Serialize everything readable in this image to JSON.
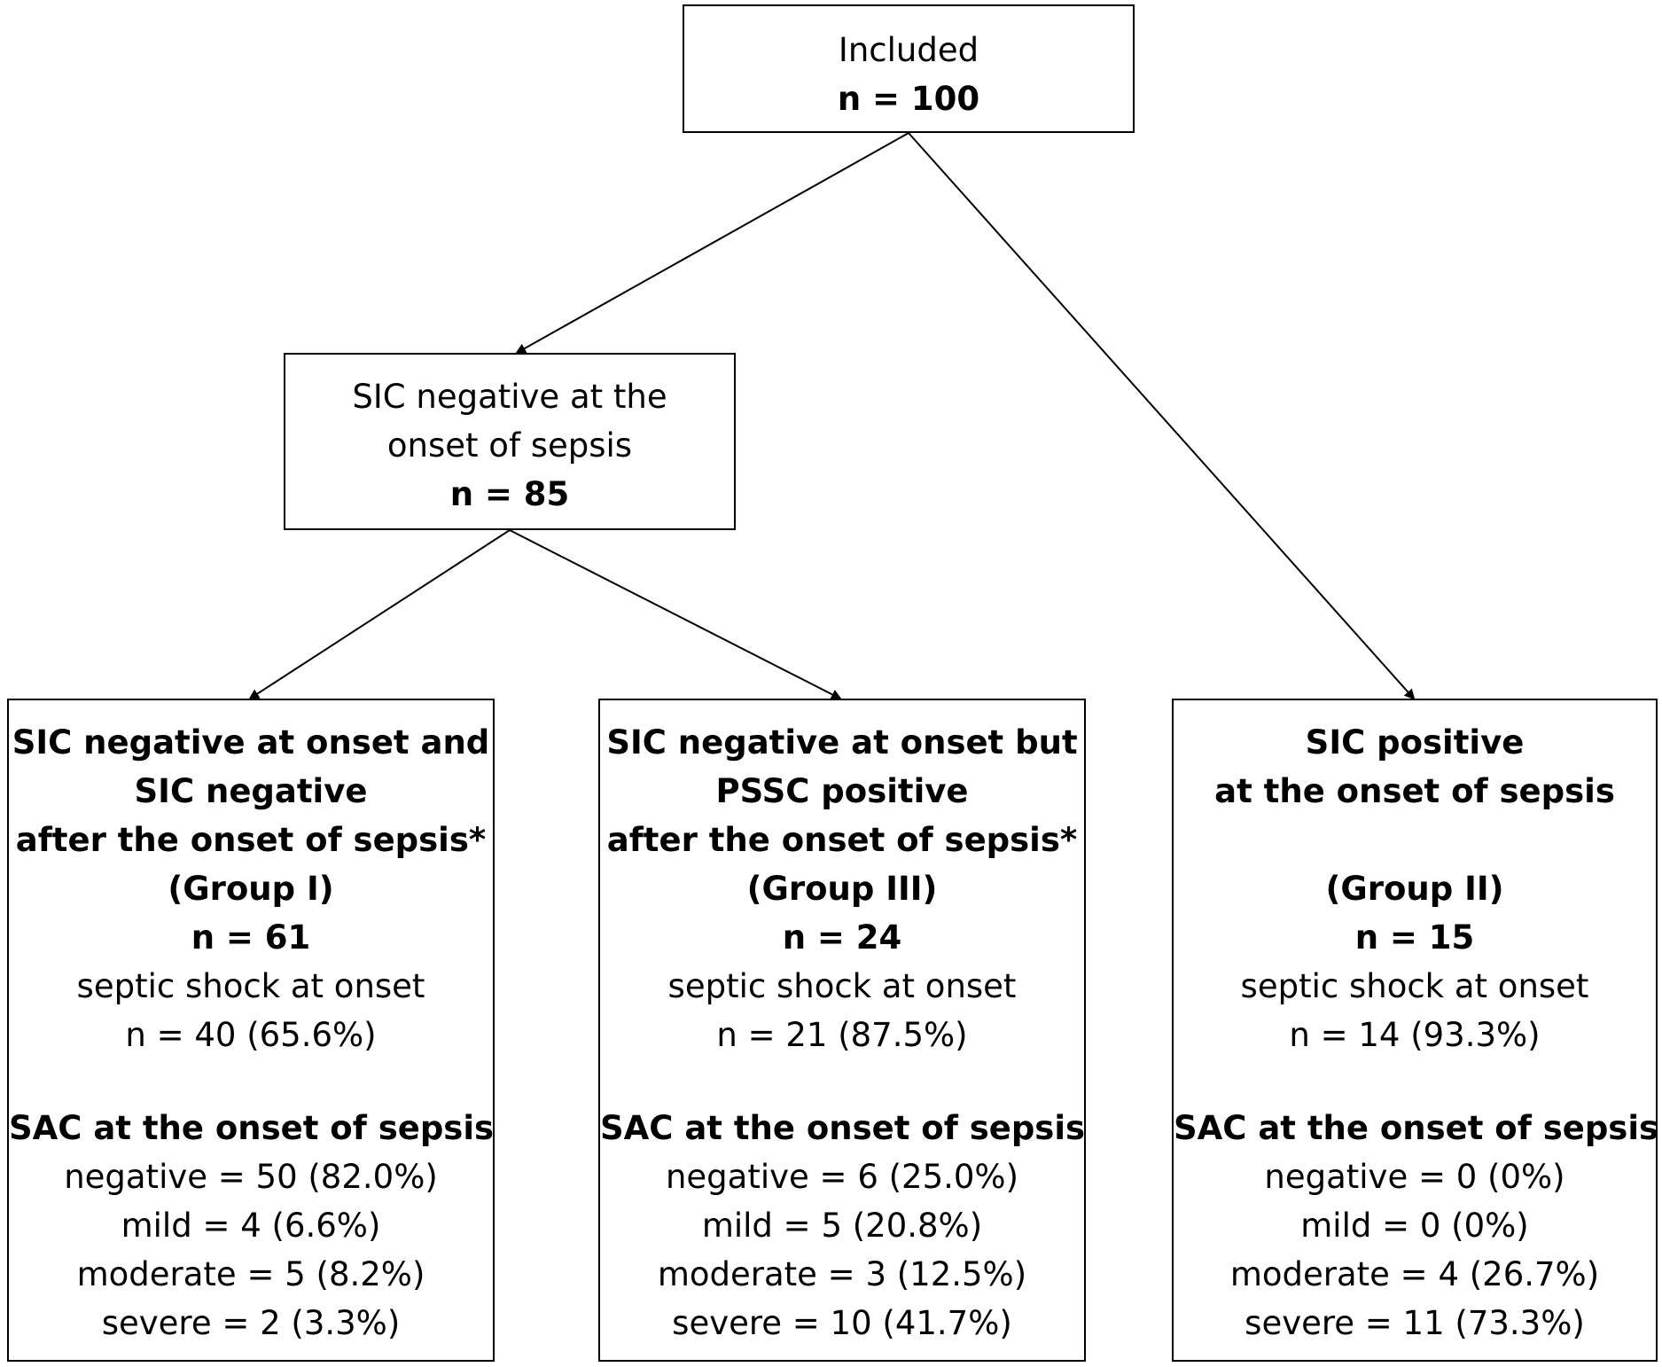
{
  "included": {
    "label": "Included",
    "count": "n = 100"
  },
  "sic_negative_onset": {
    "line1": "SIC negative at the",
    "line2": "onset of sepsis",
    "count": "n = 85"
  },
  "group1": {
    "title1": "SIC negative at onset and",
    "title2": "SIC negative",
    "title3": "after the onset of sepsis*",
    "group": "(Group I)",
    "count": "n = 61",
    "shock_label": "septic shock at onset",
    "shock_count": "n = 40 (65.6%)",
    "sac_heading": "SAC at the onset of sepsis",
    "negative": "negative = 50 (82.0%)",
    "mild": "mild = 4 (6.6%)",
    "moderate": "moderate = 5 (8.2%)",
    "severe": "severe = 2 (3.3%)"
  },
  "group3": {
    "title1": "SIC negative at onset but",
    "title2": "PSSC positive",
    "title3": "after the onset of sepsis*",
    "group": "(Group III)",
    "count": "n = 24",
    "shock_label": "septic shock at onset",
    "shock_count": "n = 21 (87.5%)",
    "sac_heading": "SAC at the onset of sepsis",
    "negative": "negative = 6 (25.0%)",
    "mild": "mild = 5 (20.8%)",
    "moderate": "moderate = 3 (12.5%)",
    "severe": "severe = 10 (41.7%)"
  },
  "group2": {
    "title1": "SIC positive",
    "title2": "at the onset of sepsis",
    "group": "(Group II)",
    "count": "n = 15",
    "shock_label": "septic shock at onset",
    "shock_count": "n = 14 (93.3%)",
    "sac_heading": "SAC at the onset of sepsis",
    "negative": "negative = 0 (0%)",
    "mild": "mild = 0 (0%)",
    "moderate": "moderate = 4 (26.7%)",
    "severe": "severe = 11 (73.3%)"
  }
}
